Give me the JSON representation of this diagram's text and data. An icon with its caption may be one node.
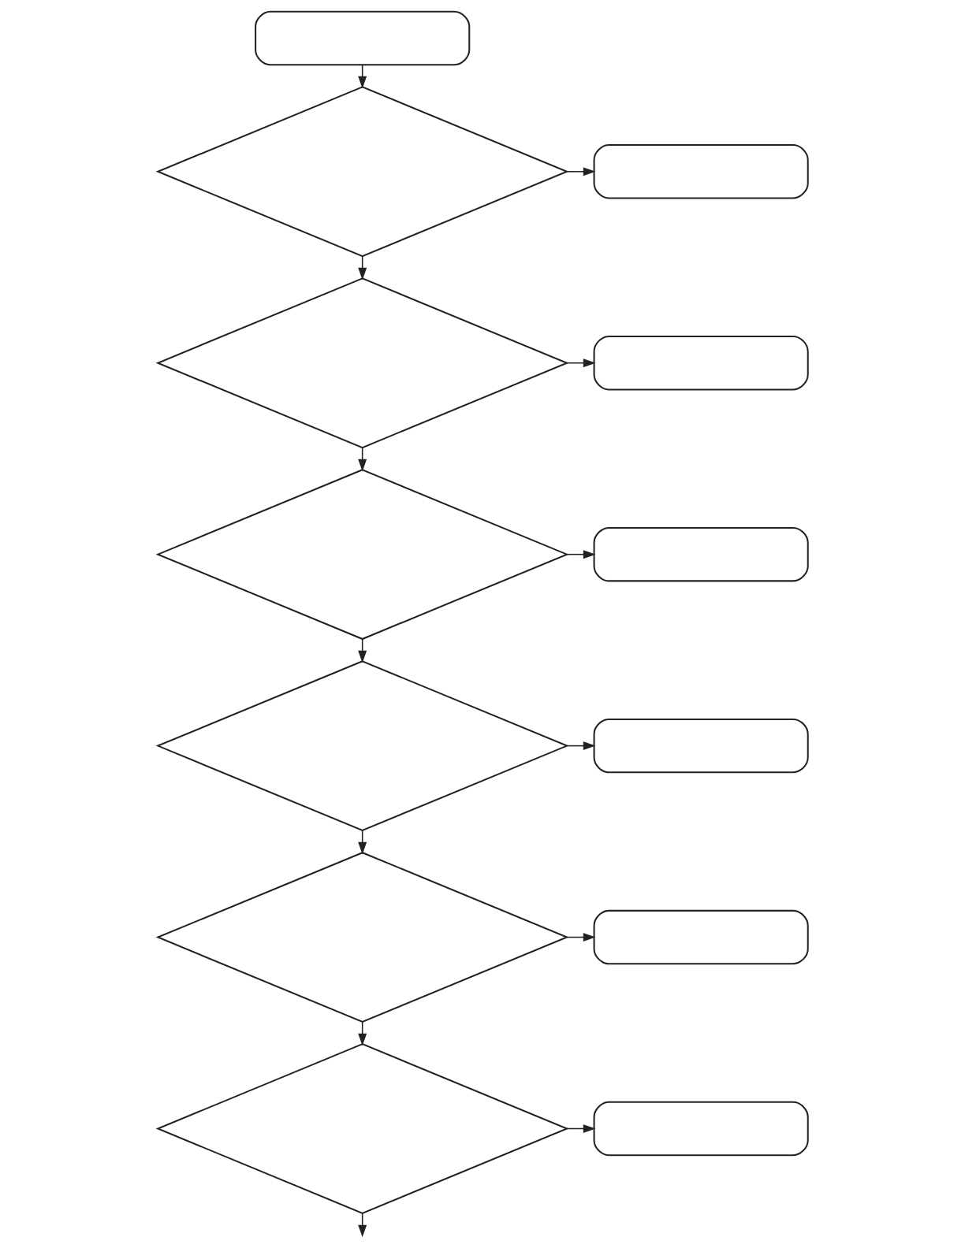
{
  "diagram": {
    "nodes": [
      {
        "text": [],
        "shape": "box"
      },
      {
        "text": [],
        "shape": "diamond"
      },
      {
        "text": [],
        "shape": "box"
      },
      {
        "text": [],
        "shape": "diamond"
      },
      {
        "text": [],
        "shape": "box"
      },
      {
        "text": [],
        "shape": "diamond"
      },
      {
        "text": [],
        "shape": "box"
      },
      {
        "text": [],
        "shape": "diamond"
      },
      {
        "text": [],
        "shape": "box"
      },
      {
        "text": [],
        "shape": "diamond"
      },
      {
        "text": [],
        "shape": "box"
      },
      {
        "text": [],
        "shape": "diamond"
      },
      {
        "text": [],
        "shape": "box"
      }
    ],
    "edges": [
      {
        "from": 0,
        "to": 1,
        "arrow": "to"
      },
      {
        "from": 1,
        "to": 2,
        "arrow": "to"
      },
      {
        "from": 1,
        "to": 3,
        "arrow": "to"
      },
      {
        "from": 3,
        "to": 4,
        "arrow": "to"
      },
      {
        "from": 3,
        "to": 5,
        "arrow": "to"
      },
      {
        "from": 5,
        "to": 6,
        "arrow": "to"
      },
      {
        "from": 5,
        "to": 7,
        "arrow": "to"
      },
      {
        "from": 7,
        "to": 8,
        "arrow": "to"
      },
      {
        "from": 7,
        "to": 9,
        "arrow": "to"
      },
      {
        "from": 9,
        "to": 10,
        "arrow": "to"
      },
      {
        "from": 9,
        "to": 11,
        "arrow": "to"
      },
      {
        "from": 11,
        "to": 12,
        "arrow": "to"
      },
      {
        "from": 11,
        "to": null,
        "arrow": "to"
      }
    ]
  }
}
